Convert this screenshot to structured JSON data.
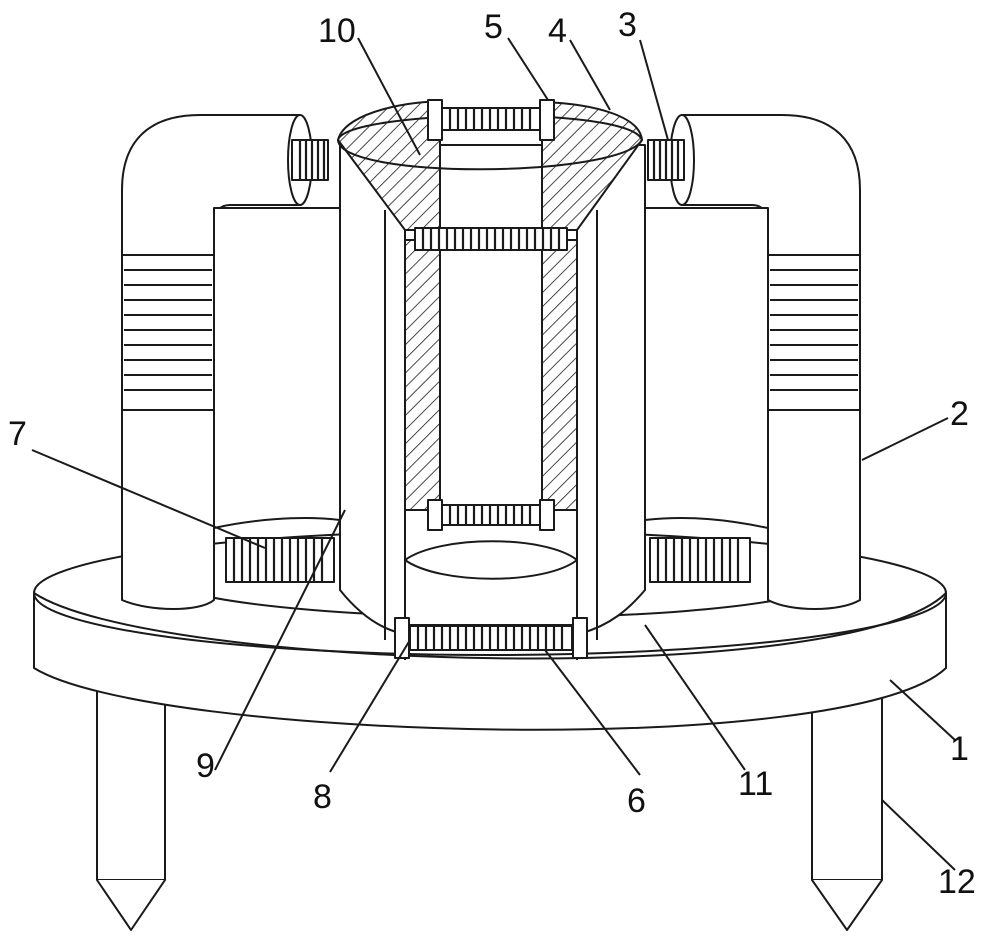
{
  "labels": {
    "l1": "1",
    "l2": "2",
    "l3": "3",
    "l4": "4",
    "l5": "5",
    "l6": "6",
    "l7": "7",
    "l8": "8",
    "l9": "9",
    "l10": "10",
    "l11": "11",
    "l12": "12"
  },
  "colors": {
    "line": "#1a1a1a",
    "fill": "#ffffff"
  }
}
